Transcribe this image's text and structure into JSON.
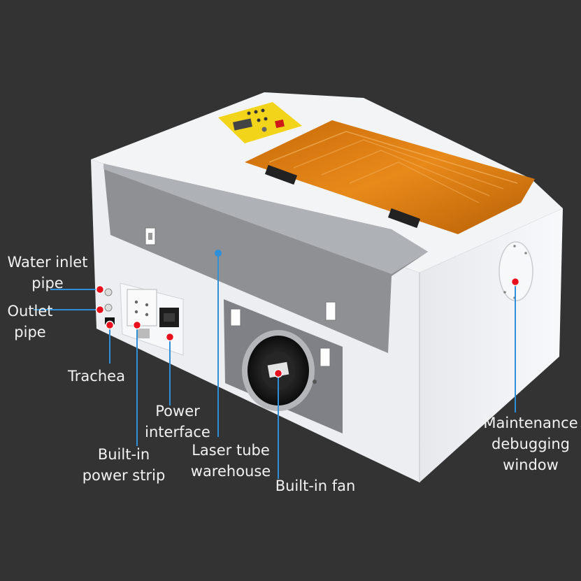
{
  "colors": {
    "background": "#333333",
    "leader_line": "#2f8fd8",
    "marker_dot": "#e8101c",
    "label_text": "#f2f2f2"
  },
  "callouts": [
    {
      "id": "water-inlet-pipe",
      "lines": [
        "Water inlet",
        "pipe"
      ]
    },
    {
      "id": "outlet-pipe",
      "lines": [
        "Outlet",
        "pipe"
      ]
    },
    {
      "id": "trachea",
      "lines": [
        "Trachea"
      ]
    },
    {
      "id": "power-interface",
      "lines": [
        "Power",
        "interface"
      ]
    },
    {
      "id": "built-in-power-strip",
      "lines": [
        "Built-in",
        "power strip"
      ]
    },
    {
      "id": "laser-tube-warehouse",
      "lines": [
        "Laser tube",
        "warehouse"
      ]
    },
    {
      "id": "built-in-fan",
      "lines": [
        "Built-in fan"
      ]
    },
    {
      "id": "maintenance-debugging-window",
      "lines": [
        "Maintenance",
        "debugging",
        "window"
      ]
    }
  ]
}
